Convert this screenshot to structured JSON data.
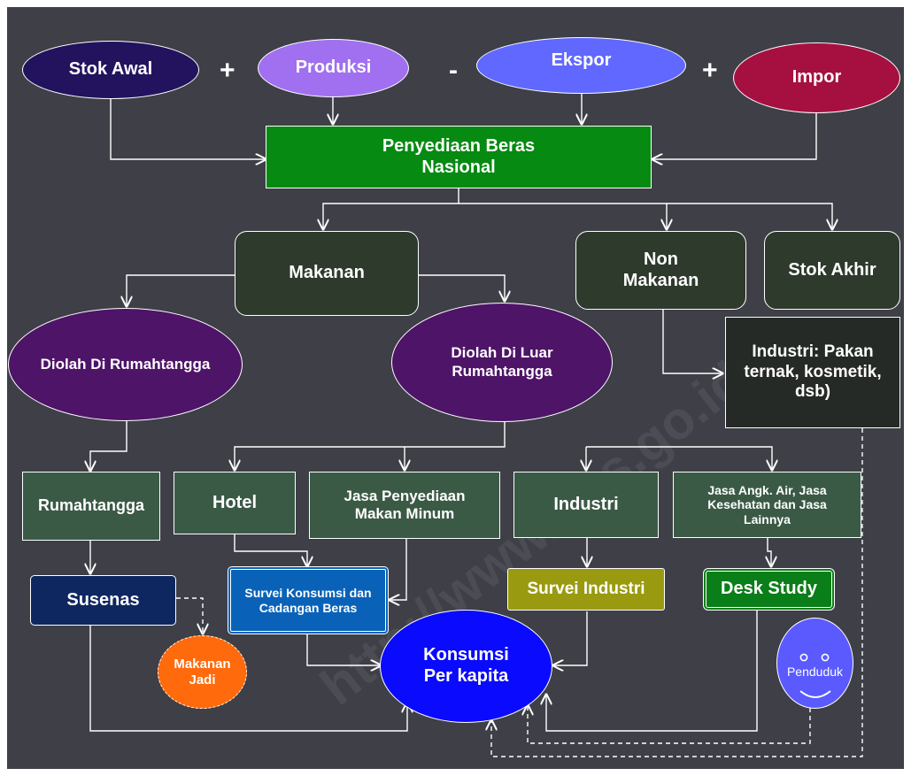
{
  "top_row": {
    "stok_awal": "Stok Awal",
    "plus_1": "+",
    "produksi": "Produksi",
    "minus": "-",
    "ekspor": "Ekspor",
    "plus_2": "+",
    "impor": "Impor"
  },
  "penyediaan": "Penyediaan Beras Nasional",
  "makanan": "Makanan",
  "non_makanan": "Non Makanan",
  "stok_akhir": "Stok Akhir",
  "industri_pakan": "Industri: Pakan ternak, kosmetik, dsb)",
  "diolah_rumahtangga": "Diolah Di Rumahtangga",
  "diolah_luar": "Diolah Di Luar Rumahtangga",
  "sectors": {
    "rumahtangga": "Rumahtangga",
    "hotel": "Hotel",
    "jasa_penyediaan": "Jasa Penyediaan Makan  Minum",
    "industri": "Industri",
    "jasa_angkutan": "Jasa Angk. Air, Jasa Kesehatan dan  Jasa Lainnya"
  },
  "sources": {
    "susenas": "Susenas",
    "survei_konsumsi": "Survei Konsumsi dan Cadangan Beras",
    "survei_industri": "Survei Industri",
    "desk_study": "Desk Study"
  },
  "makanan_jadi": "Makanan Jadi",
  "konsumsi": "Konsumsi Per kapita",
  "penduduk": "Penduduk",
  "watermark": "http://www.bps.go.id",
  "colors": {
    "background": "#3e3f47",
    "stok_awal": "#23135e",
    "produksi": "#a070f0",
    "ekspor": "#6068ff",
    "impor": "#a51040",
    "penyediaan": "#068a12",
    "dark_green": "#2d3a2c",
    "sector_green": "#3b5a46",
    "purple": "#4e1468",
    "susenas": "#0f2760",
    "survei_konsumsi": "#0a62b8",
    "survei_industri": "#9a9a10",
    "desk_study": "#0a7e18",
    "makanan_jadi": "#ff6a0c",
    "konsumsi": "#0a0aff",
    "penduduk": "#5a5aff",
    "industri_pakan": "#262a26"
  }
}
